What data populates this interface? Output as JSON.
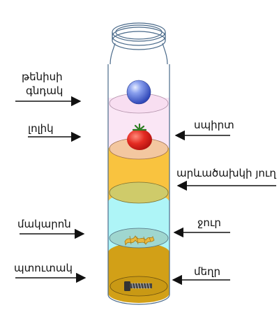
{
  "labels": {
    "ping_pong_ball": [
      "թենիսի",
      "գնդակ"
    ],
    "cherry_tomato": "լոլիկ",
    "pasta": "մակարոն",
    "bolt": "պտուտակ",
    "alcohol": "սպիրտ",
    "vegetable_oil": "արևածախկի յուղ",
    "water": "ջուր",
    "honey": "մեղր"
  },
  "colors": {
    "honey": "#d2a017",
    "water": "#aef5f7",
    "vegetable_oil": "#f9c33f",
    "oil_top_ellipse": "#cfcb6a",
    "alcohol_top": "#f3c7a0",
    "alcohol_body": "#fae6f5",
    "ping_pong_ball": "#4f68d9",
    "tomato": "#e0201f",
    "pasta": "#e8b840",
    "glass_outline": "#4a6a8a",
    "arrow": "#111111"
  },
  "icons": [
    "ping-pong-ball-icon",
    "tomato-icon",
    "pasta-icon",
    "bolt-icon"
  ]
}
